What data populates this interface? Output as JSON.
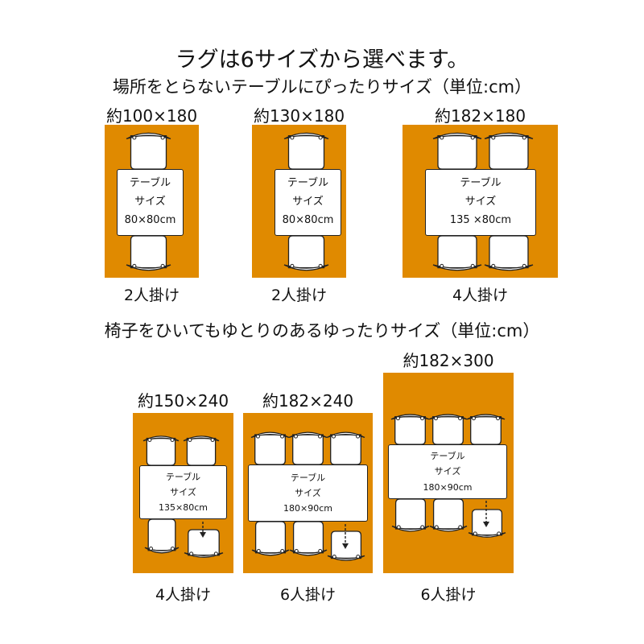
{
  "title": "ラグは6サイズから選べます。",
  "section1": "場所をとらないテーブルにぴったりサイズ（単位:cm）",
  "section2": "椅子をひいてもゆとりのあるゆったりサイズ（単位:cm）",
  "rug_color": "#E08A00",
  "rugs": [
    {
      "size": "約100×180",
      "table": [
        "テーブル",
        "サイズ",
        "80×80cm"
      ],
      "seats": "2人掛け"
    },
    {
      "size": "約130×180",
      "table": [
        "テーブル",
        "サイズ",
        "80×80cm"
      ],
      "seats": "2人掛け"
    },
    {
      "size": "約182×180",
      "table": [
        "テーブル",
        "サイズ",
        "135 ×80cm"
      ],
      "seats": "4人掛け"
    },
    {
      "size": "約150×240",
      "table": [
        "テーブル",
        "サイズ",
        "135×80cm"
      ],
      "seats": "4人掛け"
    },
    {
      "size": "約182×240",
      "table": [
        "テーブル",
        "サイズ",
        "180×90cm"
      ],
      "seats": "6人掛け"
    },
    {
      "size": "約182×300",
      "table": [
        "テーブル",
        "サイズ",
        "180×90cm"
      ],
      "seats": "6人掛け"
    }
  ]
}
